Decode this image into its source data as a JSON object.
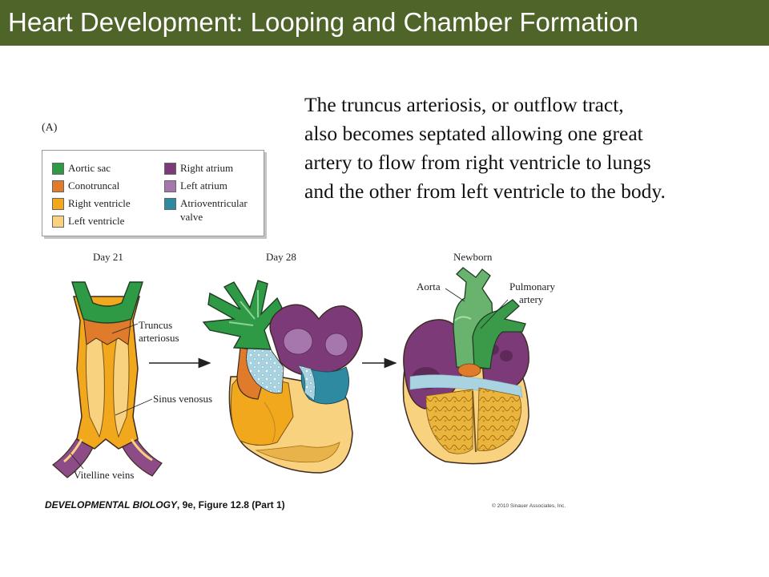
{
  "slide": {
    "title": "Heart Development: Looping and Chamber Formation",
    "body_lines": [
      "The truncus arteriosis, or outflow tract,",
      "also becomes septated allowing one great",
      "artery to flow from right ventricle to lungs",
      "and the other from left ventricle to the body."
    ]
  },
  "figure": {
    "panel_label": "(A)",
    "legend": [
      {
        "label": "Aortic sac",
        "color": "#2f9a45"
      },
      {
        "label": "Conotruncal",
        "color": "#e07b2c"
      },
      {
        "label": "Right ventricle",
        "color": "#f2a81d"
      },
      {
        "label": "Left ventricle",
        "color": "#f8d27e"
      },
      {
        "label": "Right atrium",
        "color": "#7d3a78"
      },
      {
        "label": "Left atrium",
        "color": "#a577ad"
      },
      {
        "label": "Atrioventricular valve",
        "label_line1": "Atrioventricular",
        "label_line2": "valve",
        "color": "#2e8aa0"
      }
    ],
    "stages": [
      "Day 21",
      "Day 28",
      "Newborn"
    ],
    "labels": {
      "truncus_1": "Truncus",
      "truncus_2": "arteriosus",
      "sinus": "Sinus venosus",
      "vitelline": "Vitelline veins",
      "aorta": "Aorta",
      "pulmonary_1": "Pulmonary",
      "pulmonary_2": "artery"
    },
    "caption_main": "DEVELOPMENTAL BIOLOGY",
    "caption_rest": ", 9e, Figure 12.8 (Part 1)",
    "copyright": "© 2010 Sinauer Associates, Inc."
  }
}
